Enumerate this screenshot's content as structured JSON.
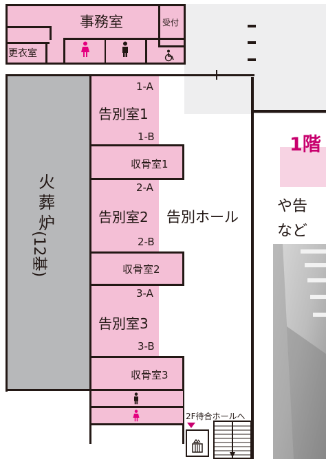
{
  "rooms": {
    "office": "事務室",
    "reception": "受付",
    "changing_room": "更衣室",
    "cremation_furnace": "火葬炉",
    "furnace_count": "(12基)",
    "farewell_hall": "告別ホール",
    "farewell_room_1": "告別室1",
    "farewell_room_2": "告別室2",
    "farewell_room_3": "告別室3",
    "label_1a": "1-A",
    "label_1b": "1-B",
    "label_2a": "2-A",
    "label_2b": "2-B",
    "label_3a": "3-A",
    "label_3b": "3-B",
    "bone_room_1": "収骨室1",
    "bone_room_2": "収骨室2",
    "bone_room_3": "収骨室3",
    "to_2f": "2F待合ホールへ"
  },
  "side_text": {
    "heading": "1階",
    "line1": "や告",
    "line2": "など"
  },
  "icons": [
    "female-toilet-icon",
    "male-toilet-icon",
    "wheelchair-icon",
    "elevator-icon",
    "down-arrow-icon"
  ],
  "colors": {
    "room_pink": "#f4bfd6",
    "furnace_gray": "#b7b8ba",
    "corridor_gray": "#eeeeef",
    "accent_magenta": "#c8006e",
    "wall": "#231815"
  }
}
